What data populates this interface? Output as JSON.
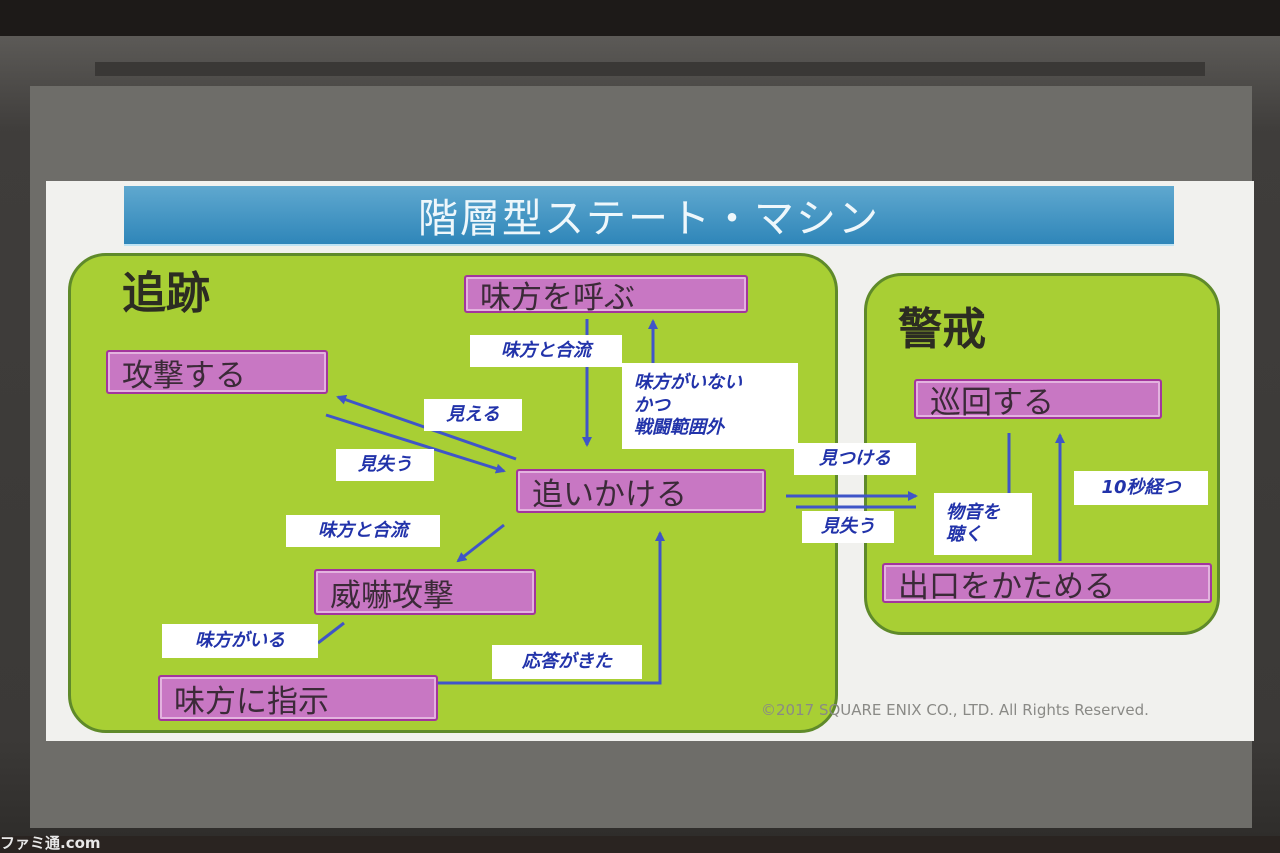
{
  "title": "階層型ステート・マシン",
  "groups": {
    "chase": "追跡",
    "alert": "警戒"
  },
  "states": {
    "call_allies": "味方を呼ぶ",
    "attack": "攻撃する",
    "chase": "追いかける",
    "threat_attack": "威嚇攻撃",
    "command_allies": "味方に指示",
    "patrol": "巡回する",
    "guard_exit": "出口をかためる"
  },
  "transitions": {
    "join_allies_top": "味方と合流",
    "no_allies_out_of_range": [
      "味方がいない",
      "かつ",
      "戦闘範囲外"
    ],
    "see": "見える",
    "lose_sight_left": "見失う",
    "join_allies_left": "味方と合流",
    "allies_present": "味方がいる",
    "response_received": "応答がきた",
    "find": "見つける",
    "lose_sight_right": "見失う",
    "hear_sound": [
      "物音を",
      "聴く"
    ],
    "ten_seconds": "10秒経つ"
  },
  "copyright": "©2017 SQUARE ENIX CO., LTD. All Rights Reserved.",
  "watermark": "ファミ通.com",
  "colors": {
    "group_fill": "#a8cf34",
    "state_fill": "#c877c3",
    "arrow": "#3f55c8",
    "title_bar": "#2f86b9"
  }
}
